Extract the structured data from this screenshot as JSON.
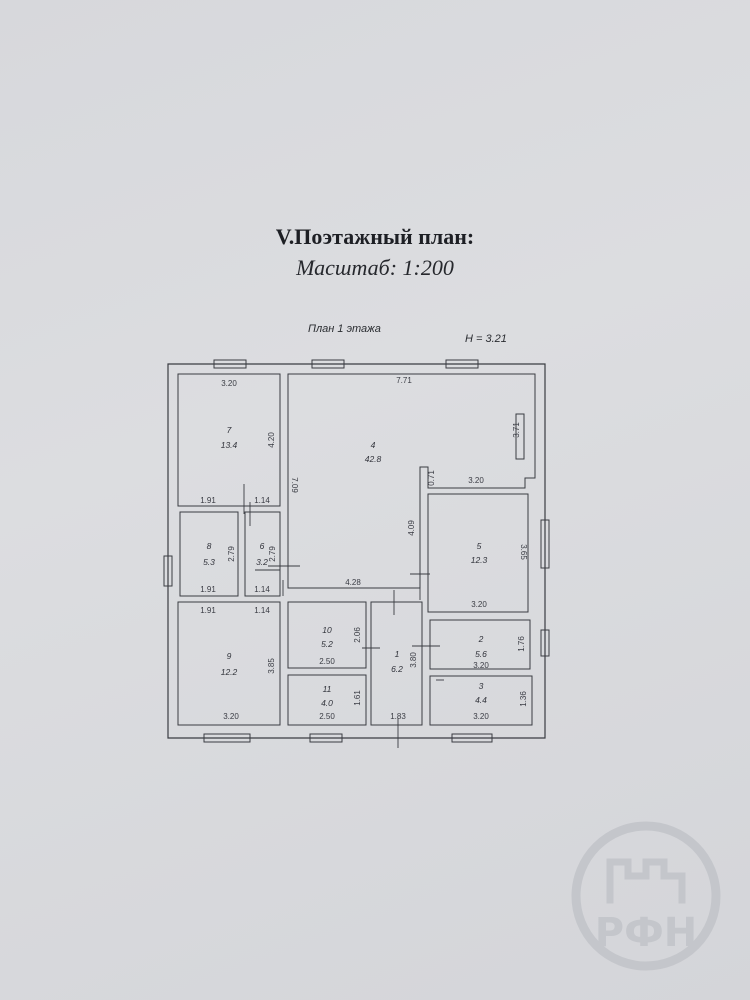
{
  "title": "V.Поэтажный план:",
  "scale": "Масштаб: 1:200",
  "plan_caption": "План 1 этажа",
  "height": "H = 3.21",
  "rooms": [
    {
      "number": "1",
      "area": "6.2"
    },
    {
      "number": "2",
      "area": "5.6"
    },
    {
      "number": "3",
      "area": "4.4"
    },
    {
      "number": "4",
      "area": "42.8"
    },
    {
      "number": "5",
      "area": "12.3"
    },
    {
      "number": "6",
      "area": "3.2"
    },
    {
      "number": "7",
      "area": "13.4"
    },
    {
      "number": "8",
      "area": "5.3"
    },
    {
      "number": "9",
      "area": "12.2"
    },
    {
      "number": "10",
      "area": "5.2"
    },
    {
      "number": "11",
      "area": "4.0"
    }
  ],
  "dimensions": {
    "r7_top": "3.20",
    "r7_side": "4.20",
    "r7_bottom": "1.91",
    "r6_top": "1.14",
    "r8_side": "2.79",
    "r6_side": "2.79",
    "r8_bottom": "1.91",
    "r6_bottom": "1.14",
    "r9_top": "1.91",
    "r9_top2": "1.14",
    "r9_side": "3.85",
    "r9_bottom": "3.20",
    "r4_top": "7.71",
    "r4_side": "7.09",
    "r4_right": "3.71",
    "r4_notch": "0.71",
    "r4_bottom": "4.28",
    "r4_inner": "4.09",
    "r5_top": "3.20",
    "r5_side": "3.65",
    "r5_bottom": "3.20",
    "r10_side": "2.06",
    "r10_bottom": "2.50",
    "r11_side": "1.61",
    "r11_bottom": "2.50",
    "r1_side": "3.80",
    "r1_bottom": "1.83",
    "r2_side": "1.76",
    "r2_bottom": "3.20",
    "r3_side": "1.36",
    "r3_bottom": "3.20"
  },
  "logo": {
    "letters_top": "ГТ",
    "letters_bottom": "РФН",
    "color": "#c4c6cb"
  }
}
